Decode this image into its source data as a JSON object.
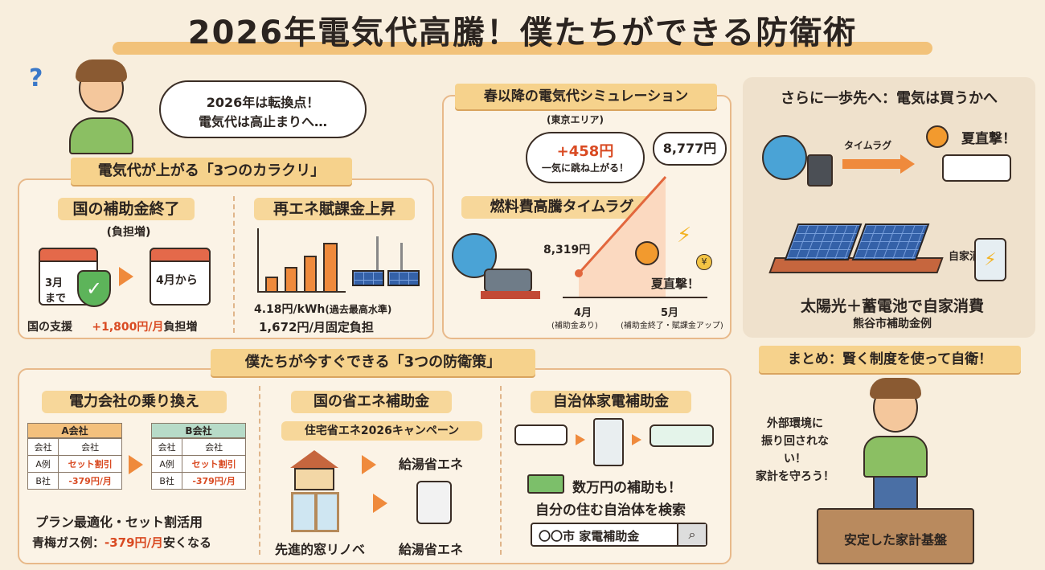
{
  "title": "2026年電気代高騰！僕たちができる防衛術",
  "thought": {
    "line1": "2026年は転換点！",
    "line2": "電気代は高止まりへ…"
  },
  "karakuri": {
    "ribbon": "電気代が上がる「3つのカラクリ」",
    "subsidy": {
      "heading": "国の補助金終了",
      "sub": "(負担増)",
      "cal1": "3月\nまで",
      "cal2": "4月から",
      "label_left": "国の支援",
      "increase": "+1,800円/月",
      "label_right": "負担増"
    },
    "renewable": {
      "heading": "再エネ賦課金上昇",
      "rate": "4.18円/kWh",
      "rate_note": "(過去最高水準)",
      "fixed": "1,672円/月固定負担"
    }
  },
  "simulation": {
    "ribbon": "春以降の電気代シミュレーション",
    "area": "(東京エリア)",
    "jump": "+458円",
    "jump_note": "一気に跳ね上がる！",
    "april_value": "8,319円",
    "may_value": "8,777円",
    "timelag": "燃料費高騰タイムラグ",
    "summer": "夏直撃！",
    "x1": "4月",
    "x1_note": "(補助金あり)",
    "x2": "5月",
    "x2_note": "(補助金終了・賦課金アップ)"
  },
  "buy": {
    "ribbon": "さらに一歩先へ：電気は買うかへ",
    "timelag": "タイムラグ",
    "summer": "夏直撃！",
    "self": "自家消",
    "caption": "太陽光＋蓄電池で自家消費",
    "example": "熊谷市補助金例"
  },
  "defense": {
    "ribbon": "僕たちが今すぐできる「3つの防衛策」",
    "switch": {
      "heading": "電力会社の乗り換え",
      "tableA": {
        "name": "A会社",
        "rows": [
          [
            "会社",
            "会社"
          ],
          [
            "A例",
            "セット割引"
          ],
          [
            "B社",
            "-379円/月"
          ]
        ]
      },
      "tableB": {
        "name": "B会社",
        "rows": [
          [
            "会社",
            "会社"
          ],
          [
            "A例",
            "セット割引"
          ],
          [
            "B社",
            "-379円/月"
          ]
        ]
      },
      "line1": "プラン最適化・セット割活用",
      "line2a": "青梅ガス例：",
      "line2b": "-379円/月",
      "line2c": "安くなる"
    },
    "eco": {
      "heading": "国の省エネ補助金",
      "campaign": "住宅省エネ2026キャンペーン",
      "item1": "給湯省エネ",
      "item2": "給湯省エネ",
      "window": "先進的窓リノベ"
    },
    "local": {
      "heading": "自治体家電補助金",
      "line1": "数万円の補助も！",
      "line2": "自分の住む自治体を検索",
      "search": "〇〇市 家電補助金"
    }
  },
  "summary": {
    "ribbon": "まとめ：賢く制度を使って自衛！",
    "speech1": "外部環境に",
    "speech2": "振り回されない！",
    "speech3": "家計を守ろう！",
    "base": "安定した家計基盤"
  }
}
